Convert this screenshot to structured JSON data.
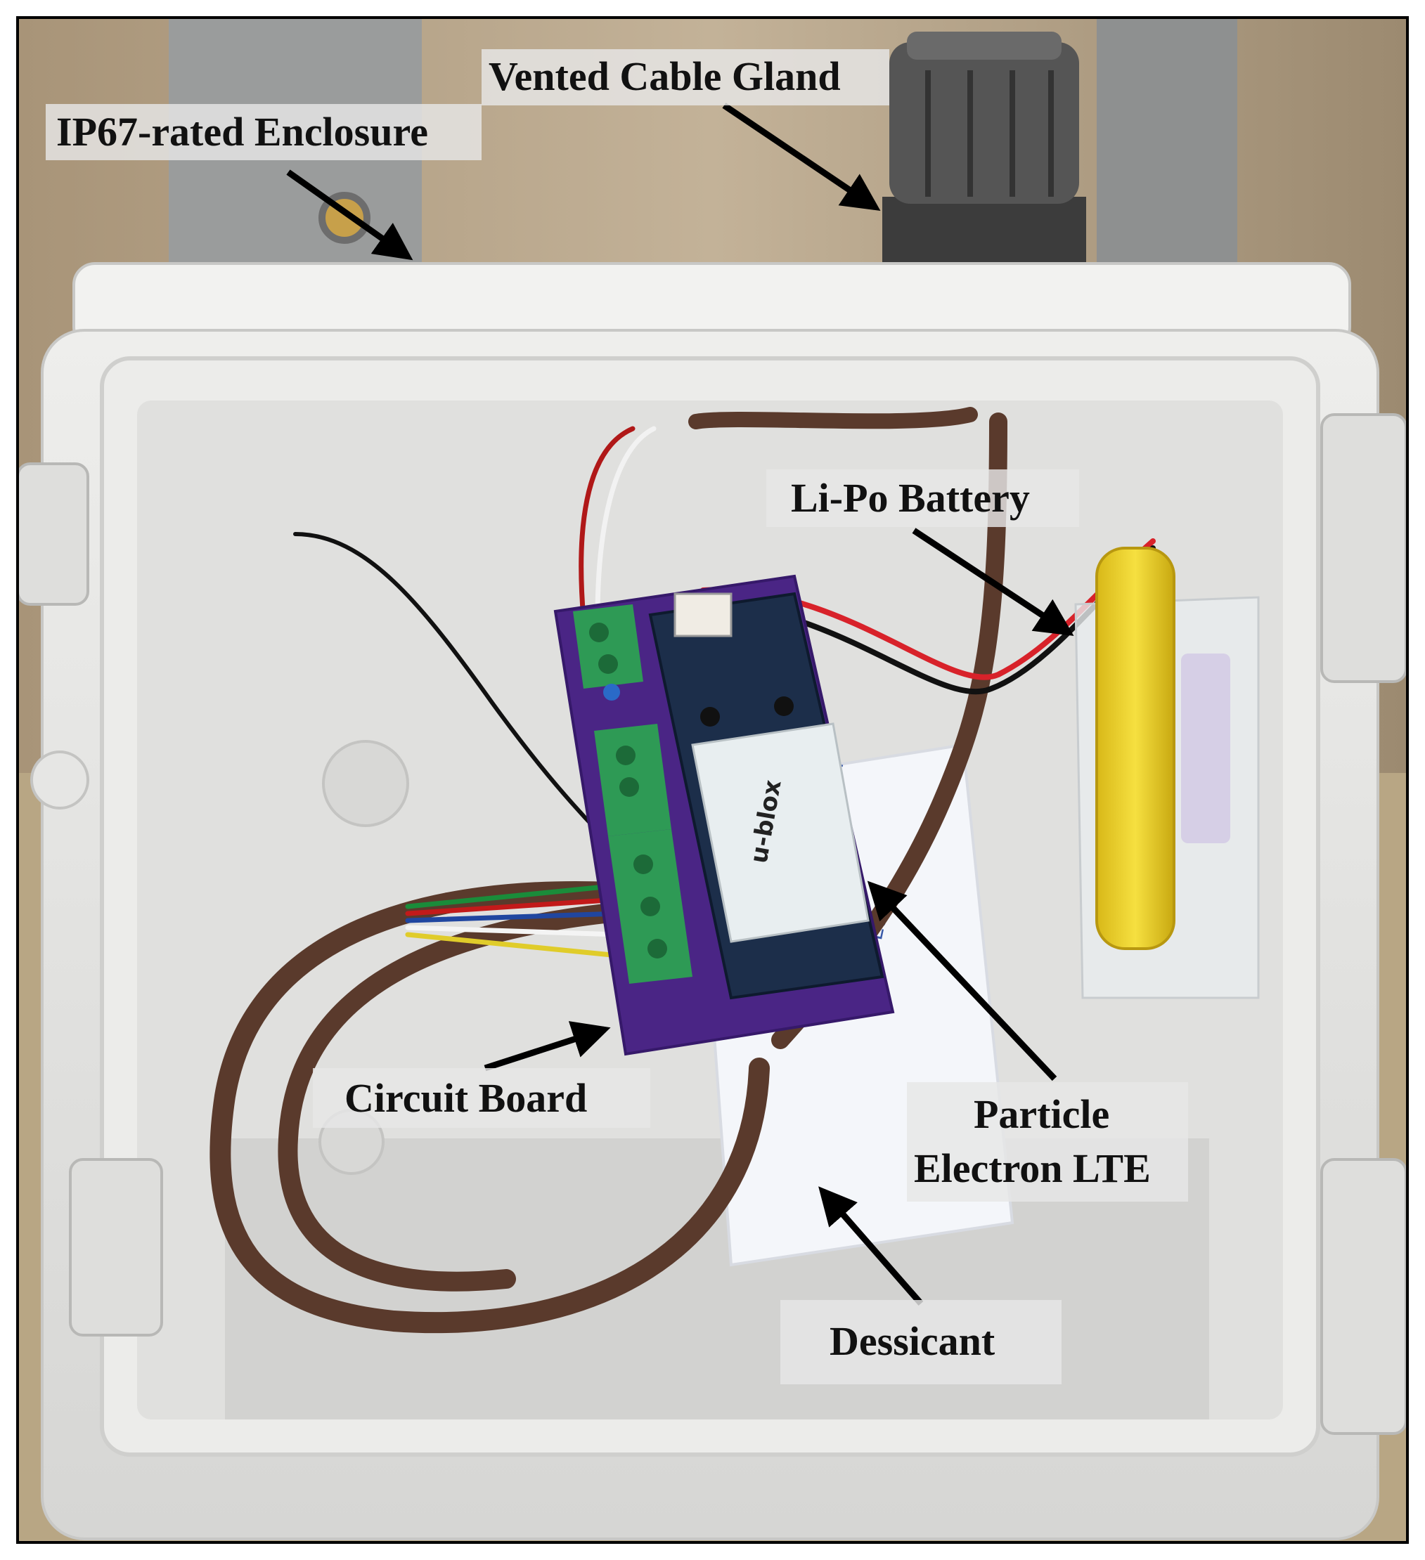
{
  "labels": {
    "ip67_enclosure": "IP67-rated Enclosure",
    "vented_cable_gland": "Vented Cable Gland",
    "lipo_battery": "Li-Po Battery",
    "circuit_board": "Circuit Board",
    "particle_electron_line1": "Particle",
    "particle_electron_line2": "Electron LTE",
    "dessicant": "Dessicant"
  },
  "colors": {
    "enclosure": "#e4e4e2",
    "pcb": "#4a2585",
    "electron_board": "#1c2e4a",
    "terminal_block": "#2e9a55",
    "cable": "#5a3a2c",
    "battery": "#f0d42a",
    "wood": "#b8a68a",
    "label_box": "#e6e6e6",
    "arrow": "#000000"
  }
}
